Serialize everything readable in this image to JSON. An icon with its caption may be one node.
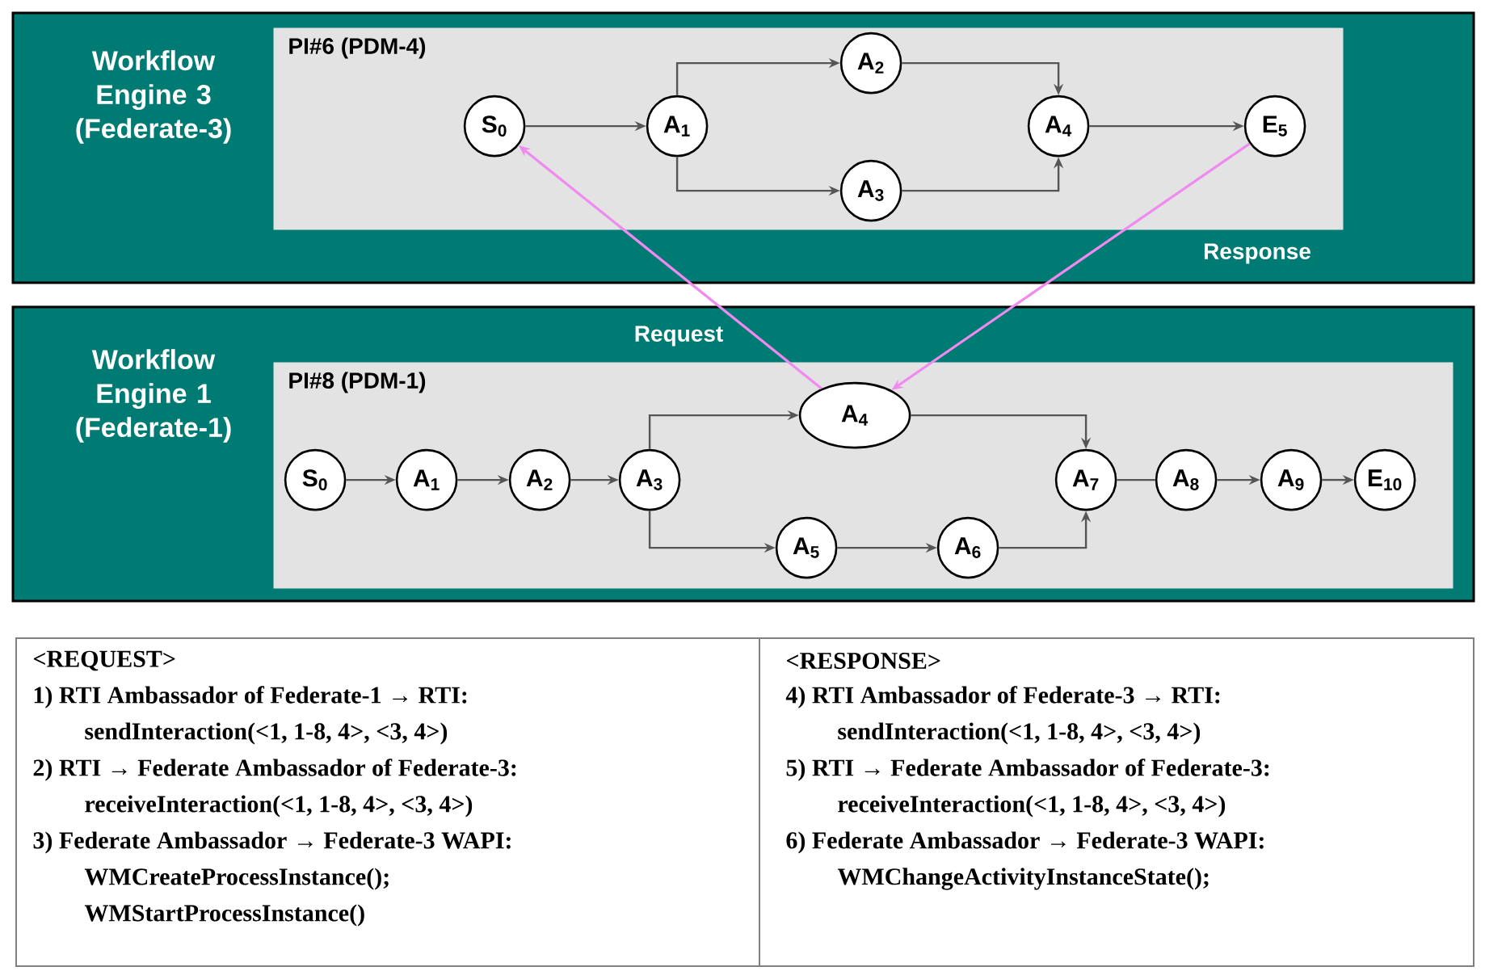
{
  "diagram": {
    "nodes": [
      {
        "text": [
          "Workflow Engine 3 (Federate-3)"
        ]
      },
      {
        "text": [
          "PI#6 (PDM-4)"
        ],
        "in": 0
      },
      {
        "text": [
          "S$_{0}$"
        ],
        "in": 1
      },
      {
        "text": [
          "A$_{1}$"
        ],
        "in": 1
      },
      {
        "text": [
          "A$_{2}$"
        ],
        "in": 1
      },
      {
        "text": [
          "A$_{3}$"
        ],
        "in": 1
      },
      {
        "text": [
          "A$_{4}$"
        ],
        "in": 1
      },
      {
        "text": [
          "E$_{5}$"
        ],
        "in": 1
      },
      {
        "text": [
          "Workflow Engine 1 (Federate-1)"
        ]
      },
      {
        "text": [
          "PI#8 (PDM-1)"
        ],
        "in": 8
      },
      {
        "text": [
          "S$_{0}$"
        ],
        "in": 9
      },
      {
        "text": [
          "A$_{1}$"
        ],
        "in": 9
      },
      {
        "text": [
          "A$_{2}$"
        ],
        "in": 9
      },
      {
        "text": [
          "A$_{3}$"
        ],
        "in": 9
      },
      {
        "text": [
          "A$_{4}$"
        ],
        "in": 9
      },
      {
        "text": [
          "A$_{5}$"
        ],
        "in": 9
      },
      {
        "text": [
          "A$_{6}$"
        ],
        "in": 9
      },
      {
        "text": [
          "A$_{7}$"
        ],
        "in": 9
      },
      {
        "text": [
          "A$_{8}$"
        ],
        "in": 9
      },
      {
        "text": [
          "A$_{9}$"
        ],
        "in": 9
      },
      {
        "text": [
          "E$_{10}$"
        ],
        "in": 9
      },
      {
        "text": [
          "<REQUEST>",
          "1) RTI Ambassador of Federate-1 → RTI:",
          "sendInteraction(<1, 1-8, 4>, <3, 4>)",
          "2) RTI → Federate Ambassador of Federate-3:",
          "receiveInteraction(<1, 1-8, 4>, <3, 4>)",
          "3) Federate Ambassador → Federate-3 WAPI:",
          "WMCreateProcessInstance();",
          "WMStartProcessInstance()"
        ]
      },
      {
        "text": [
          "<RESPONSE>",
          "4) RTI Ambassador of Federate-3 → RTI:",
          "sendInteraction(<1, 1-8, 4>, <3, 4>)",
          "5) RTI → Federate Ambassador of Federate-3:",
          "receiveInteraction(<1, 1-8, 4>, <3, 4>)",
          "6) Federate Ambassador → Federate-3 WAPI:",
          "WMChangeActivityInstanceState();"
        ]
      }
    ],
    "edges": [
      {
        "from": 2,
        "to": 3,
        "arrow": "to"
      },
      {
        "from": 3,
        "to": 4,
        "arrow": "to"
      },
      {
        "from": 3,
        "to": 5,
        "arrow": "to"
      },
      {
        "from": 4,
        "to": 6,
        "arrow": "to"
      },
      {
        "from": 5,
        "to": 6,
        "arrow": "to"
      },
      {
        "from": 6,
        "to": 7,
        "arrow": "to"
      },
      {
        "from": 10,
        "to": 11,
        "arrow": "to"
      },
      {
        "from": 11,
        "to": 12,
        "arrow": "to"
      },
      {
        "from": 12,
        "to": 13,
        "arrow": "to"
      },
      {
        "from": 13,
        "to": 14,
        "arrow": "to"
      },
      {
        "from": 13,
        "to": 15,
        "arrow": "to"
      },
      {
        "from": 15,
        "to": 16,
        "arrow": "to"
      },
      {
        "from": 14,
        "to": 17,
        "arrow": "to"
      },
      {
        "from": 16,
        "to": 17,
        "arrow": "to"
      },
      {
        "from": 17,
        "to": 18,
        "arrow": "none"
      },
      {
        "from": 18,
        "to": 19,
        "arrow": "to"
      },
      {
        "from": 19,
        "to": 20,
        "arrow": "to"
      },
      {
        "from": 14,
        "to": 2,
        "arrow": "to",
        "label": "Request",
        "color": "#f08af0"
      },
      {
        "from": 7,
        "to": 14,
        "arrow": "to",
        "label": "Response",
        "color": "#f08af0"
      }
    ]
  }
}
